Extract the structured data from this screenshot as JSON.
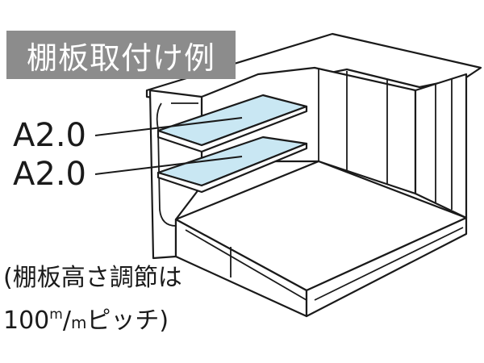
{
  "title": "棚板取付け例",
  "shelf_labels": [
    "A2.0",
    "A2.0"
  ],
  "note": {
    "line1": "(棚板高さ調節は",
    "line2_prefix": "100",
    "line2_sup": "m",
    "line2_slash": "/",
    "line2_sub": "m",
    "line2_suffix": "ピッチ)"
  },
  "colors": {
    "title_bg": "#8c8c8c",
    "title_text": "#ffffff",
    "shelf_fill": "#c9e7f3",
    "outline": "#1a1a1a",
    "background": "#ffffff"
  }
}
